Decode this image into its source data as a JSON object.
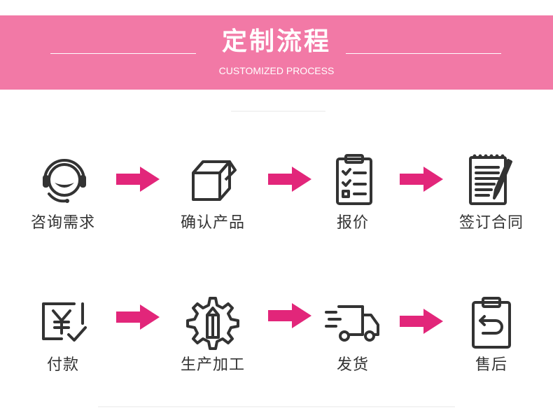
{
  "header": {
    "title": "定制流程",
    "subtitle": "CUSTOMIZED PROCESS"
  },
  "colors": {
    "banner": "#f279a6",
    "arrow": "#e2267a",
    "icon": "#333333"
  },
  "steps": [
    {
      "label": "咨询需求",
      "icon": "headset-icon"
    },
    {
      "label": "确认产品",
      "icon": "box-icon"
    },
    {
      "label": "报价",
      "icon": "clipboard-checklist-icon"
    },
    {
      "label": "签订合同",
      "icon": "contract-pen-icon"
    },
    {
      "label": "付款",
      "icon": "yen-payment-icon"
    },
    {
      "label": "生产加工",
      "icon": "gear-pencil-icon"
    },
    {
      "label": "发货",
      "icon": "delivery-truck-icon"
    },
    {
      "label": "售后",
      "icon": "return-clipboard-icon"
    }
  ]
}
